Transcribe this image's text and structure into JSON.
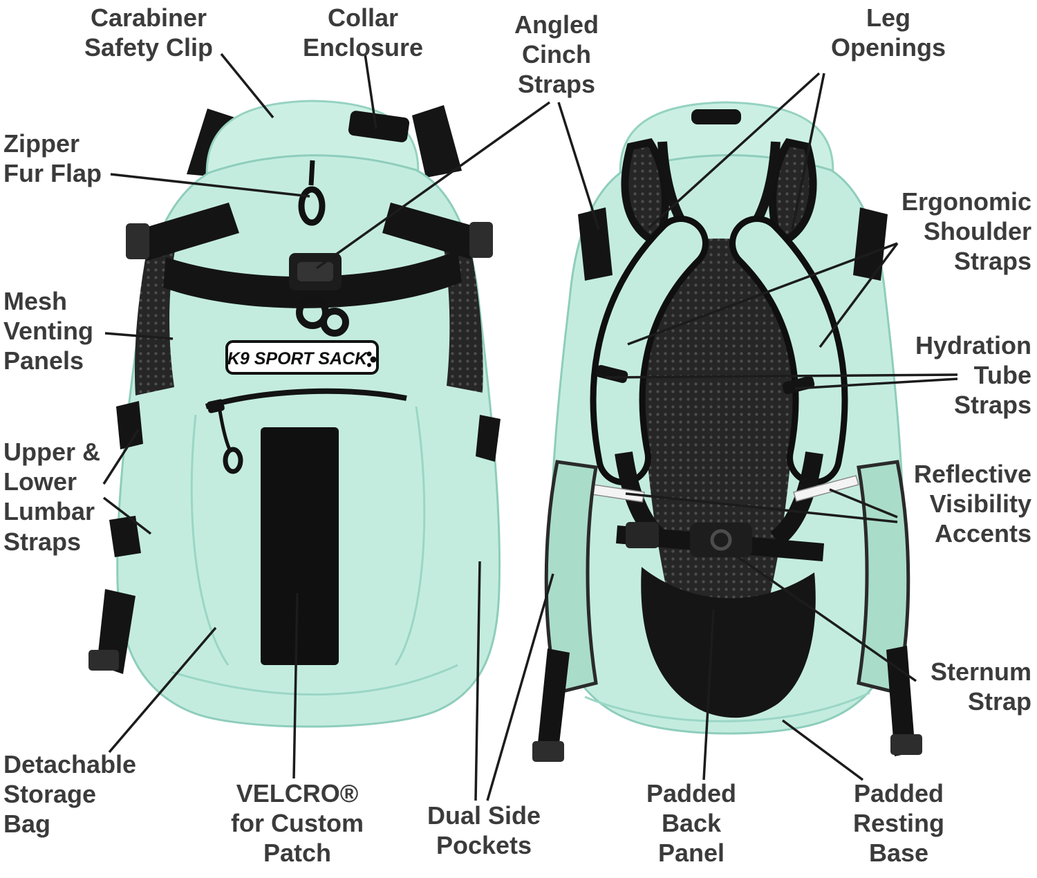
{
  "colors": {
    "bag_mint": "#c3ecdf",
    "strap_black": "#141414",
    "label_text": "#3b3b3b",
    "reflective_accent": "#f4f4f4"
  },
  "brand_patch": "K9 SPORT SACK",
  "labels": {
    "carabiner_safety_clip": "Carabiner\nSafety Clip",
    "collar_enclosure": "Collar\nEnclosure",
    "angled_cinch_straps": "Angled\nCinch\nStraps",
    "leg_openings": "Leg\nOpenings",
    "zipper_fur_flap": "Zipper\nFur Flap",
    "ergonomic_shoulder_straps": "Ergonomic\nShoulder\nStraps",
    "mesh_venting_panels": "Mesh\nVenting\nPanels",
    "hydration_tube_straps": "Hydration\nTube\nStraps",
    "upper_lower_lumbar_straps": "Upper &\nLower\nLumbar\nStraps",
    "reflective_visibility_accents": "Reflective\nVisibility\nAccents",
    "sternum_strap": "Sternum\nStrap",
    "detachable_storage_bag": "Detachable\nStorage\nBag",
    "velcro_custom_patch": "VELCRO®\nfor Custom\nPatch",
    "dual_side_pockets": "Dual Side\nPockets",
    "padded_back_panel": "Padded\nBack\nPanel",
    "padded_resting_base": "Padded\nResting\nBase"
  }
}
